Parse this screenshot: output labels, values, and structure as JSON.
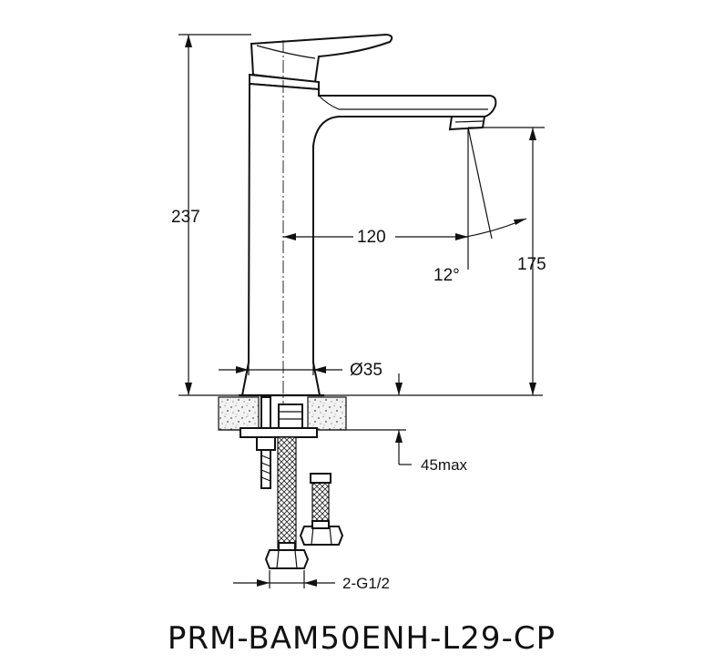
{
  "drawing": {
    "model_code": "PRM-BAM50ENH-L29-CP",
    "dimensions": {
      "overall_height": "237",
      "spout_reach": "120",
      "spout_angle": "12°",
      "spout_height": "175",
      "body_diameter": "Ø35",
      "max_counter_thickness": "45max",
      "connection": "2-G1/2"
    }
  }
}
